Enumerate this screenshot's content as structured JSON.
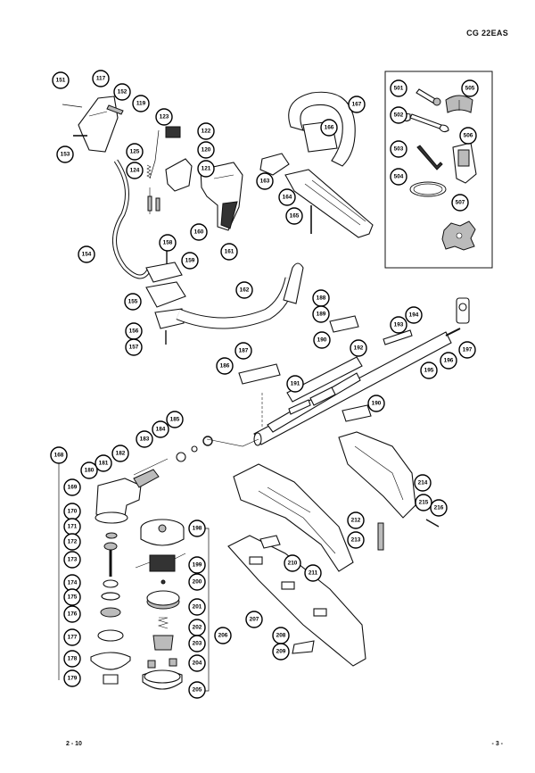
{
  "header": {
    "model": "CG 22EAS"
  },
  "footer": {
    "left_page": "2 - 10",
    "right_page": "- 3 -"
  },
  "callouts": [
    {
      "label": "151",
      "part": "screw-151"
    },
    {
      "label": "117",
      "part": "screw-117"
    },
    {
      "label": "152",
      "part": "lever-152"
    },
    {
      "label": "119",
      "part": "spring-119"
    },
    {
      "label": "153",
      "part": "screw-153"
    },
    {
      "label": "123",
      "part": "cable-123"
    },
    {
      "label": "122",
      "part": "switch-122"
    },
    {
      "label": "125",
      "part": "screw-125"
    },
    {
      "label": "120",
      "part": "lever-120"
    },
    {
      "label": "124",
      "part": "spring-124"
    },
    {
      "label": "121",
      "part": "screw-121"
    },
    {
      "label": "160",
      "part": "throttle-handle-160"
    },
    {
      "label": "161",
      "part": "screw-161"
    },
    {
      "label": "167",
      "part": "loop-handle-167"
    },
    {
      "label": "166",
      "part": "screw-166"
    },
    {
      "label": "163",
      "part": "clamp-163"
    },
    {
      "label": "164",
      "part": "barrier-bar-164"
    },
    {
      "label": "165",
      "part": "bolt-165"
    },
    {
      "label": "154",
      "part": "throttle-cable-154"
    },
    {
      "label": "158",
      "part": "bolt-158"
    },
    {
      "label": "159",
      "part": "clamp-upper-159"
    },
    {
      "label": "155",
      "part": "clamp-lower-155"
    },
    {
      "label": "156",
      "part": "clamp-base-156"
    },
    {
      "label": "157",
      "part": "bolt-157"
    },
    {
      "label": "162",
      "part": "handle-bar-162"
    },
    {
      "label": "188",
      "part": "bolt-188"
    },
    {
      "label": "189",
      "part": "washer-189"
    },
    {
      "label": "190",
      "part": "clamp-190"
    },
    {
      "label": "193",
      "part": "label-193"
    },
    {
      "label": "194",
      "part": "label-194"
    },
    {
      "label": "197",
      "part": "joint-197"
    },
    {
      "label": "196",
      "part": "shaft-196"
    },
    {
      "label": "195",
      "part": "shaft-tube-195"
    },
    {
      "label": "187",
      "part": "bolt-187"
    },
    {
      "label": "192",
      "part": "sleeve-192"
    },
    {
      "label": "186",
      "part": "bracket-186"
    },
    {
      "label": "191",
      "part": "sleeve-191"
    },
    {
      "label": "185",
      "part": "ring-185"
    },
    {
      "label": "184",
      "part": "washer-184"
    },
    {
      "label": "183",
      "part": "bearing-183"
    },
    {
      "label": "182",
      "part": "bolt-182"
    },
    {
      "label": "181",
      "part": "screw-181"
    },
    {
      "label": "180",
      "part": "screw-180"
    },
    {
      "label": "168",
      "part": "gear-case-assy-168"
    },
    {
      "label": "169",
      "part": "screw-169"
    },
    {
      "label": "170",
      "part": "gear-case-170"
    },
    {
      "label": "171",
      "part": "bearing-171"
    },
    {
      "label": "172",
      "part": "gear-172"
    },
    {
      "label": "173",
      "part": "spindle-173"
    },
    {
      "label": "174",
      "part": "bearing-174"
    },
    {
      "label": "175",
      "part": "ring-175"
    },
    {
      "label": "176",
      "part": "bearing-176"
    },
    {
      "label": "177",
      "part": "holder-177"
    },
    {
      "label": "178",
      "part": "cover-178"
    },
    {
      "label": "179",
      "part": "nut-179"
    },
    {
      "label": "198",
      "part": "spool-cover-198"
    },
    {
      "label": "199",
      "part": "nylon-line-199"
    },
    {
      "label": "200",
      "part": "eyelet-200"
    },
    {
      "label": "201",
      "part": "spool-201"
    },
    {
      "label": "202",
      "part": "spring-202"
    },
    {
      "label": "203",
      "part": "knob-203"
    },
    {
      "label": "204",
      "part": "eyelet-204"
    },
    {
      "label": "205",
      "part": "spool-case-205"
    },
    {
      "label": "206",
      "part": "nylon-cutter-assy-206"
    },
    {
      "label": "214",
      "part": "shield-214"
    },
    {
      "label": "215",
      "part": "screw-215"
    },
    {
      "label": "216",
      "part": "screw-216"
    },
    {
      "label": "212",
      "part": "cutter-212"
    },
    {
      "label": "213",
      "part": "cutter-213"
    },
    {
      "label": "210",
      "part": "bracket-210"
    },
    {
      "label": "211",
      "part": "guard-211"
    },
    {
      "label": "207",
      "part": "guard-cover-207"
    },
    {
      "label": "208",
      "part": "screw-208"
    },
    {
      "label": "209",
      "part": "plate-209"
    },
    {
      "label": "501",
      "part": "wrench-501"
    },
    {
      "label": "505",
      "part": "goggles-505"
    },
    {
      "label": "502",
      "part": "spanner-502"
    },
    {
      "label": "506",
      "part": "harness-506"
    },
    {
      "label": "503",
      "part": "hex-wrench-503"
    },
    {
      "label": "504",
      "part": "nylon-line-504"
    },
    {
      "label": "507",
      "part": "blade-507"
    }
  ]
}
